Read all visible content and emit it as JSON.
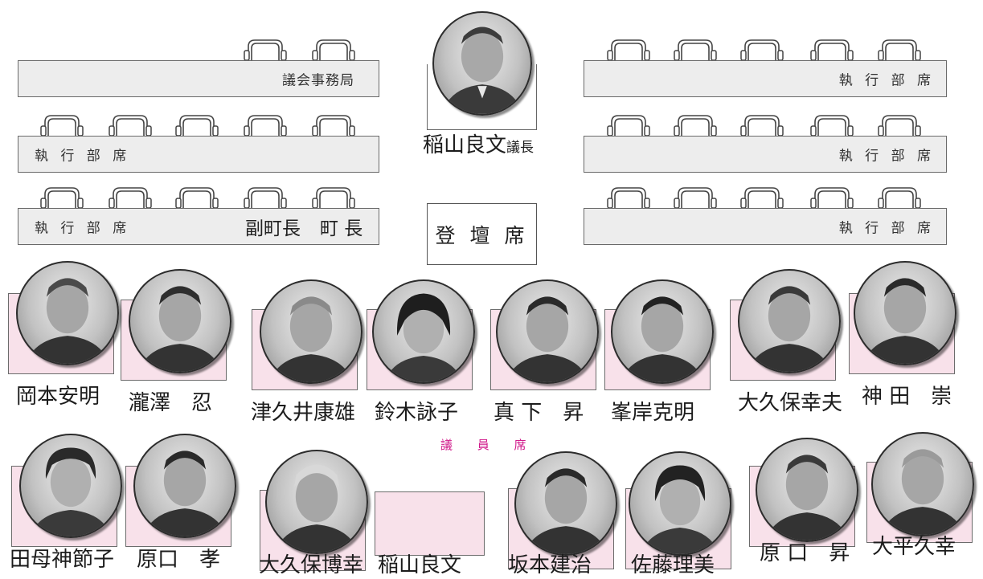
{
  "desks": {
    "secretariat": "議会事務局",
    "exec": "執 行 部 席",
    "vice_mayor": "副町長",
    "mayor": "町 長"
  },
  "podium_label": "登 壇 席",
  "chairman": {
    "name": "稲山良文",
    "title": "議長"
  },
  "section_label": "議 員 席",
  "members": [
    "岡本安明",
    "瀧澤　忍",
    "津久井康雄",
    "鈴木詠子",
    "真 下　昇",
    "峯岸克明",
    "大久保幸夫",
    "神 田　崇",
    "田母神節子",
    "原口　孝",
    "大久保博幸",
    "稲山良文",
    "坂本建治",
    "佐藤理美",
    "原 口　昇",
    "大平久幸"
  ],
  "colors": {
    "card": "#f8e1ea",
    "section_label": "#d11a8b",
    "desk": "#ededed"
  }
}
